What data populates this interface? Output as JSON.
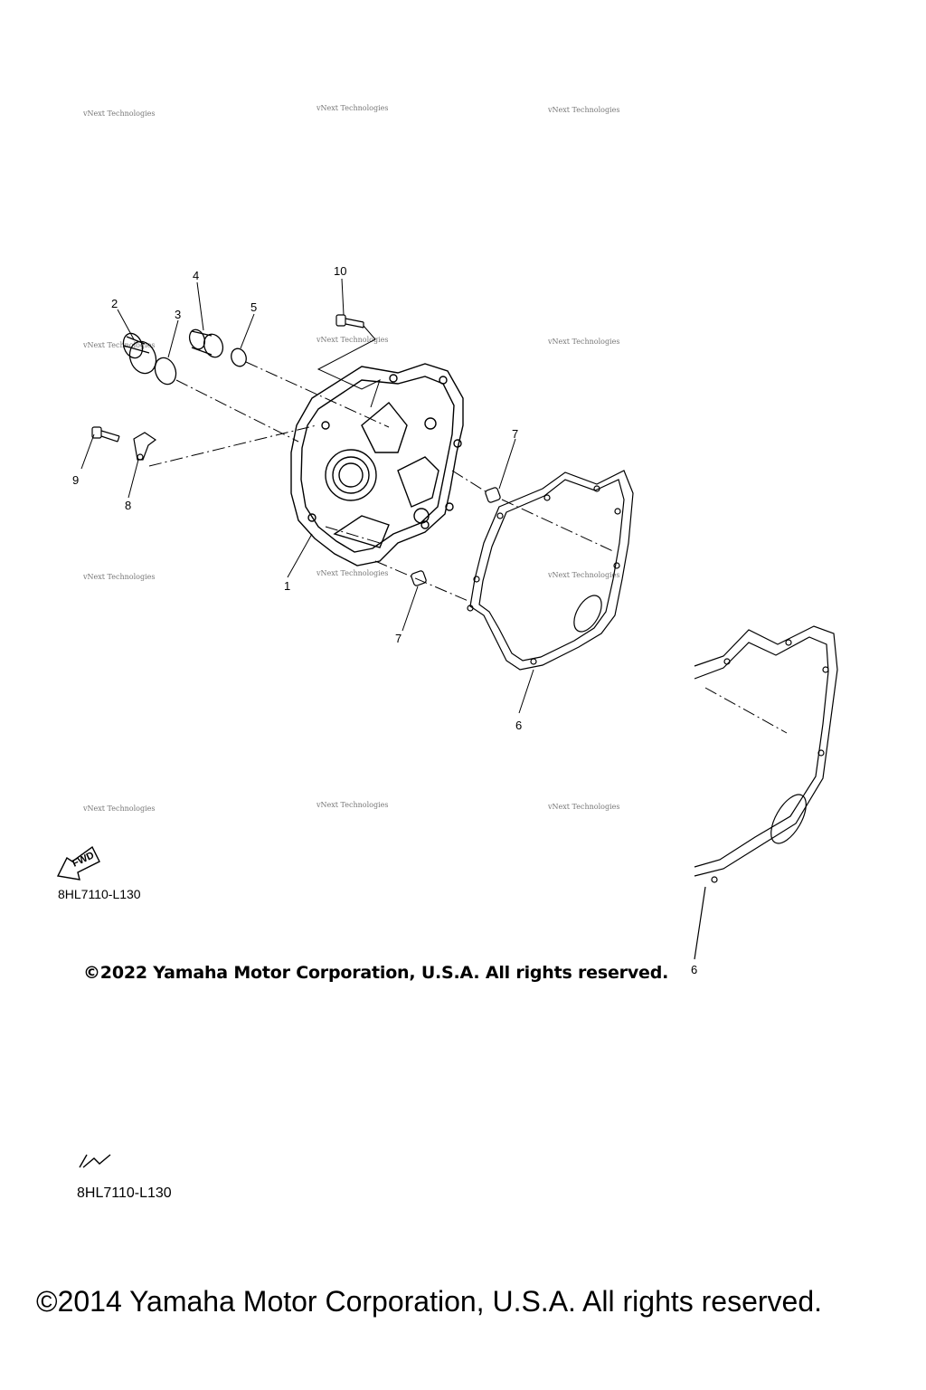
{
  "callouts": {
    "c1": "1",
    "c2": "2",
    "c3": "3",
    "c4": "4",
    "c5": "5",
    "c6": "6",
    "c7a": "7",
    "c7b": "7",
    "c8": "8",
    "c9": "9",
    "c10": "10"
  },
  "watermark": "vNext Technologies",
  "fwd_label": "FWD",
  "diagram_code_small": "8HL7110-L130",
  "diagram_code_large": "8HL7110-L130",
  "copyright_small": "©2022 Yamaha Motor Corporation, U.S.A. All rights reserved.",
  "copyright_large": "©2014 Yamaha Motor Corporation, U.S.A. All rights reserved.",
  "stray_callout": "6"
}
